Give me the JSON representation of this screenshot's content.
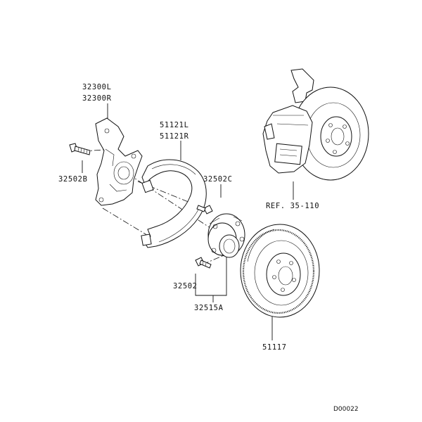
{
  "parts": {
    "knuckle_l": "32300L",
    "knuckle_r": "32300R",
    "bolt_b": "32502B",
    "shield_l": "51121L",
    "shield_r": "51121R",
    "bolt_c": "32502C",
    "ref": "REF. 35-110",
    "hub_bolt": "32502",
    "hub_assy": "32515A",
    "rotor": "51117"
  },
  "diagram_code": "D00022"
}
